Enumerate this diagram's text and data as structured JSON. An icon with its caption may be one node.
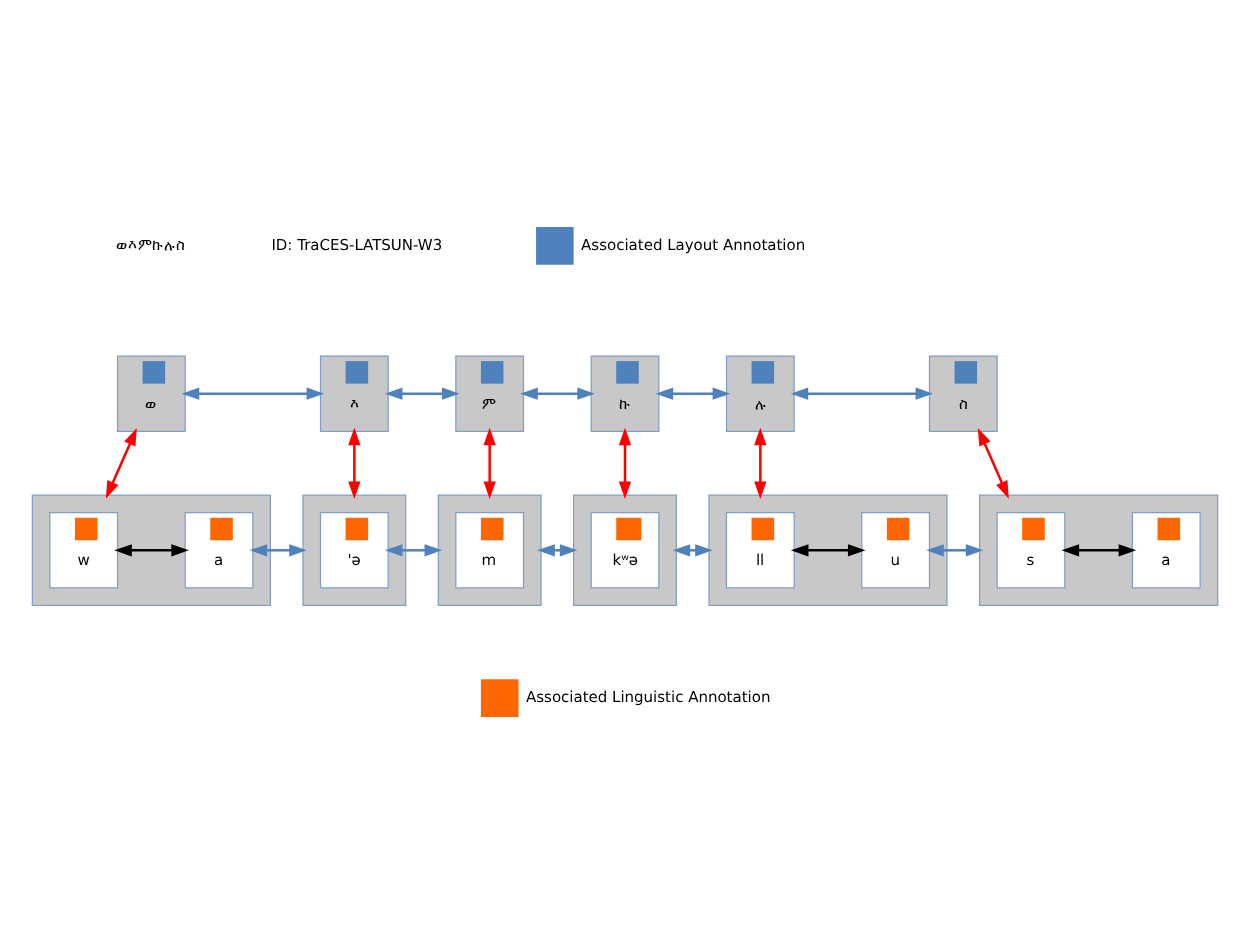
{
  "diagram": {
    "nodes": [
      {
        "text": [
          "ወ"
        ]
      },
      {
        "text": [
          "እ"
        ]
      },
      {
        "text": [
          "ም"
        ]
      },
      {
        "text": [
          "ኩ"
        ]
      },
      {
        "text": [
          "ሉ"
        ]
      },
      {
        "text": [
          "ስ"
        ]
      },
      {
        "text": [],
        "shape": "box"
      },
      {
        "text": [
          "w"
        ],
        "in": 6
      },
      {
        "text": [
          "a"
        ],
        "in": 6
      },
      {
        "text": [],
        "shape": "box"
      },
      {
        "text": [
          "'ə"
        ],
        "in": 9
      },
      {
        "text": [],
        "shape": "box"
      },
      {
        "text": [
          "m"
        ],
        "in": 11
      },
      {
        "text": [],
        "shape": "box"
      },
      {
        "text": [
          "kʷə"
        ],
        "in": 13
      },
      {
        "text": [],
        "shape": "box"
      },
      {
        "text": [
          "ll"
        ],
        "in": 15
      },
      {
        "text": [
          "u"
        ],
        "in": 15
      },
      {
        "text": [],
        "shape": "box"
      },
      {
        "text": [
          "s"
        ],
        "in": 18
      },
      {
        "text": [
          "a"
        ],
        "in": 18
      }
    ],
    "edges": [
      {
        "from": 0,
        "to": 1,
        "arrow": "both"
      },
      {
        "from": 1,
        "to": 2,
        "arrow": "both"
      },
      {
        "from": 2,
        "to": 3,
        "arrow": "both"
      },
      {
        "from": 3,
        "to": 4,
        "arrow": "both"
      },
      {
        "from": 4,
        "to": 5,
        "arrow": "both"
      },
      {
        "from": 8,
        "to": 9,
        "arrow": "both"
      },
      {
        "from": 10,
        "to": 11,
        "arrow": "both"
      },
      {
        "from": 11,
        "to": 13,
        "arrow": "both"
      },
      {
        "from": 13,
        "to": 15,
        "arrow": "both"
      },
      {
        "from": 17,
        "to": 18,
        "arrow": "both"
      },
      {
        "from": 0,
        "to": 6,
        "arrow": "both",
        "color": "#ff0000"
      },
      {
        "from": 1,
        "to": 9,
        "arrow": "both",
        "color": "#ff0000"
      },
      {
        "from": 2,
        "to": 11,
        "arrow": "both",
        "color": "#ff0000"
      },
      {
        "from": 3,
        "to": 13,
        "arrow": "both",
        "color": "#ff0000"
      },
      {
        "from": 4,
        "to": 15,
        "arrow": "both",
        "color": "#ff0000"
      },
      {
        "from": 5,
        "to": 18,
        "arrow": "both",
        "color": "#ff0000"
      },
      {
        "from": 7,
        "to": 8,
        "arrow": "both",
        "color": "#000000"
      },
      {
        "from": 16,
        "to": 17,
        "arrow": "both",
        "color": "#000000"
      },
      {
        "from": 19,
        "to": 20,
        "arrow": "both",
        "color": "#000000"
      }
    ],
    "labels": [
      "ወእምኩሉስ",
      "ID: TraCES-LATSUN-W3"
    ],
    "legend": [
      {
        "text": "Associated Layout Annotation",
        "color": "#4f81bd"
      },
      {
        "text": "Associated Linguistic Annotation",
        "color": "#ff6600"
      }
    ]
  }
}
